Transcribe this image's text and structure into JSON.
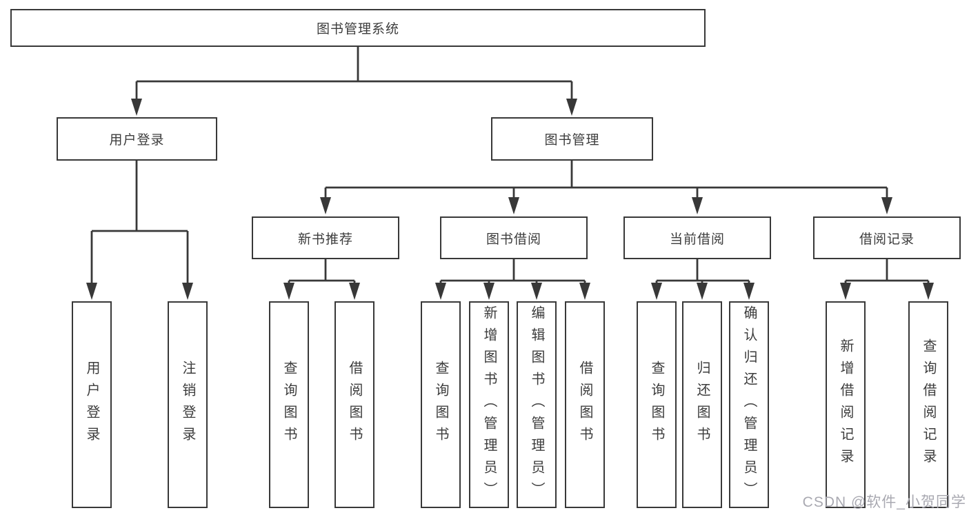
{
  "diagram_type": "hierarchy-tree",
  "hierarchy": {
    "root": {
      "label": "图书管理系统"
    },
    "branches": [
      {
        "label": "用户登录",
        "children": [
          {
            "label": "用户登录"
          },
          {
            "label": "注销登录"
          }
        ]
      },
      {
        "label": "图书管理",
        "children": [
          {
            "label": "新书推荐",
            "children": [
              {
                "label": "查询图书"
              },
              {
                "label": "借阅图书"
              }
            ]
          },
          {
            "label": "图书借阅",
            "children": [
              {
                "label": "查询图书"
              },
              {
                "label": "新增图书（管理员）"
              },
              {
                "label": "编辑图书（管理员）"
              },
              {
                "label": "借阅图书"
              }
            ]
          },
          {
            "label": "当前借阅",
            "children": [
              {
                "label": "查询图书"
              },
              {
                "label": "归还图书"
              },
              {
                "label": "确认归还（管理员）"
              }
            ]
          },
          {
            "label": "借阅记录",
            "children": [
              {
                "label": "新增借阅记录"
              },
              {
                "label": "查询借阅记录"
              }
            ]
          }
        ]
      }
    ]
  },
  "watermark": {
    "text": "CSDN @软件_小贺同学"
  },
  "colors": {
    "background": "#ffffff",
    "line": "#383838",
    "box_border": "#383838",
    "box_fill": "#ffffff",
    "text": "#3c3c3c",
    "watermark": "#a9a9b1"
  }
}
